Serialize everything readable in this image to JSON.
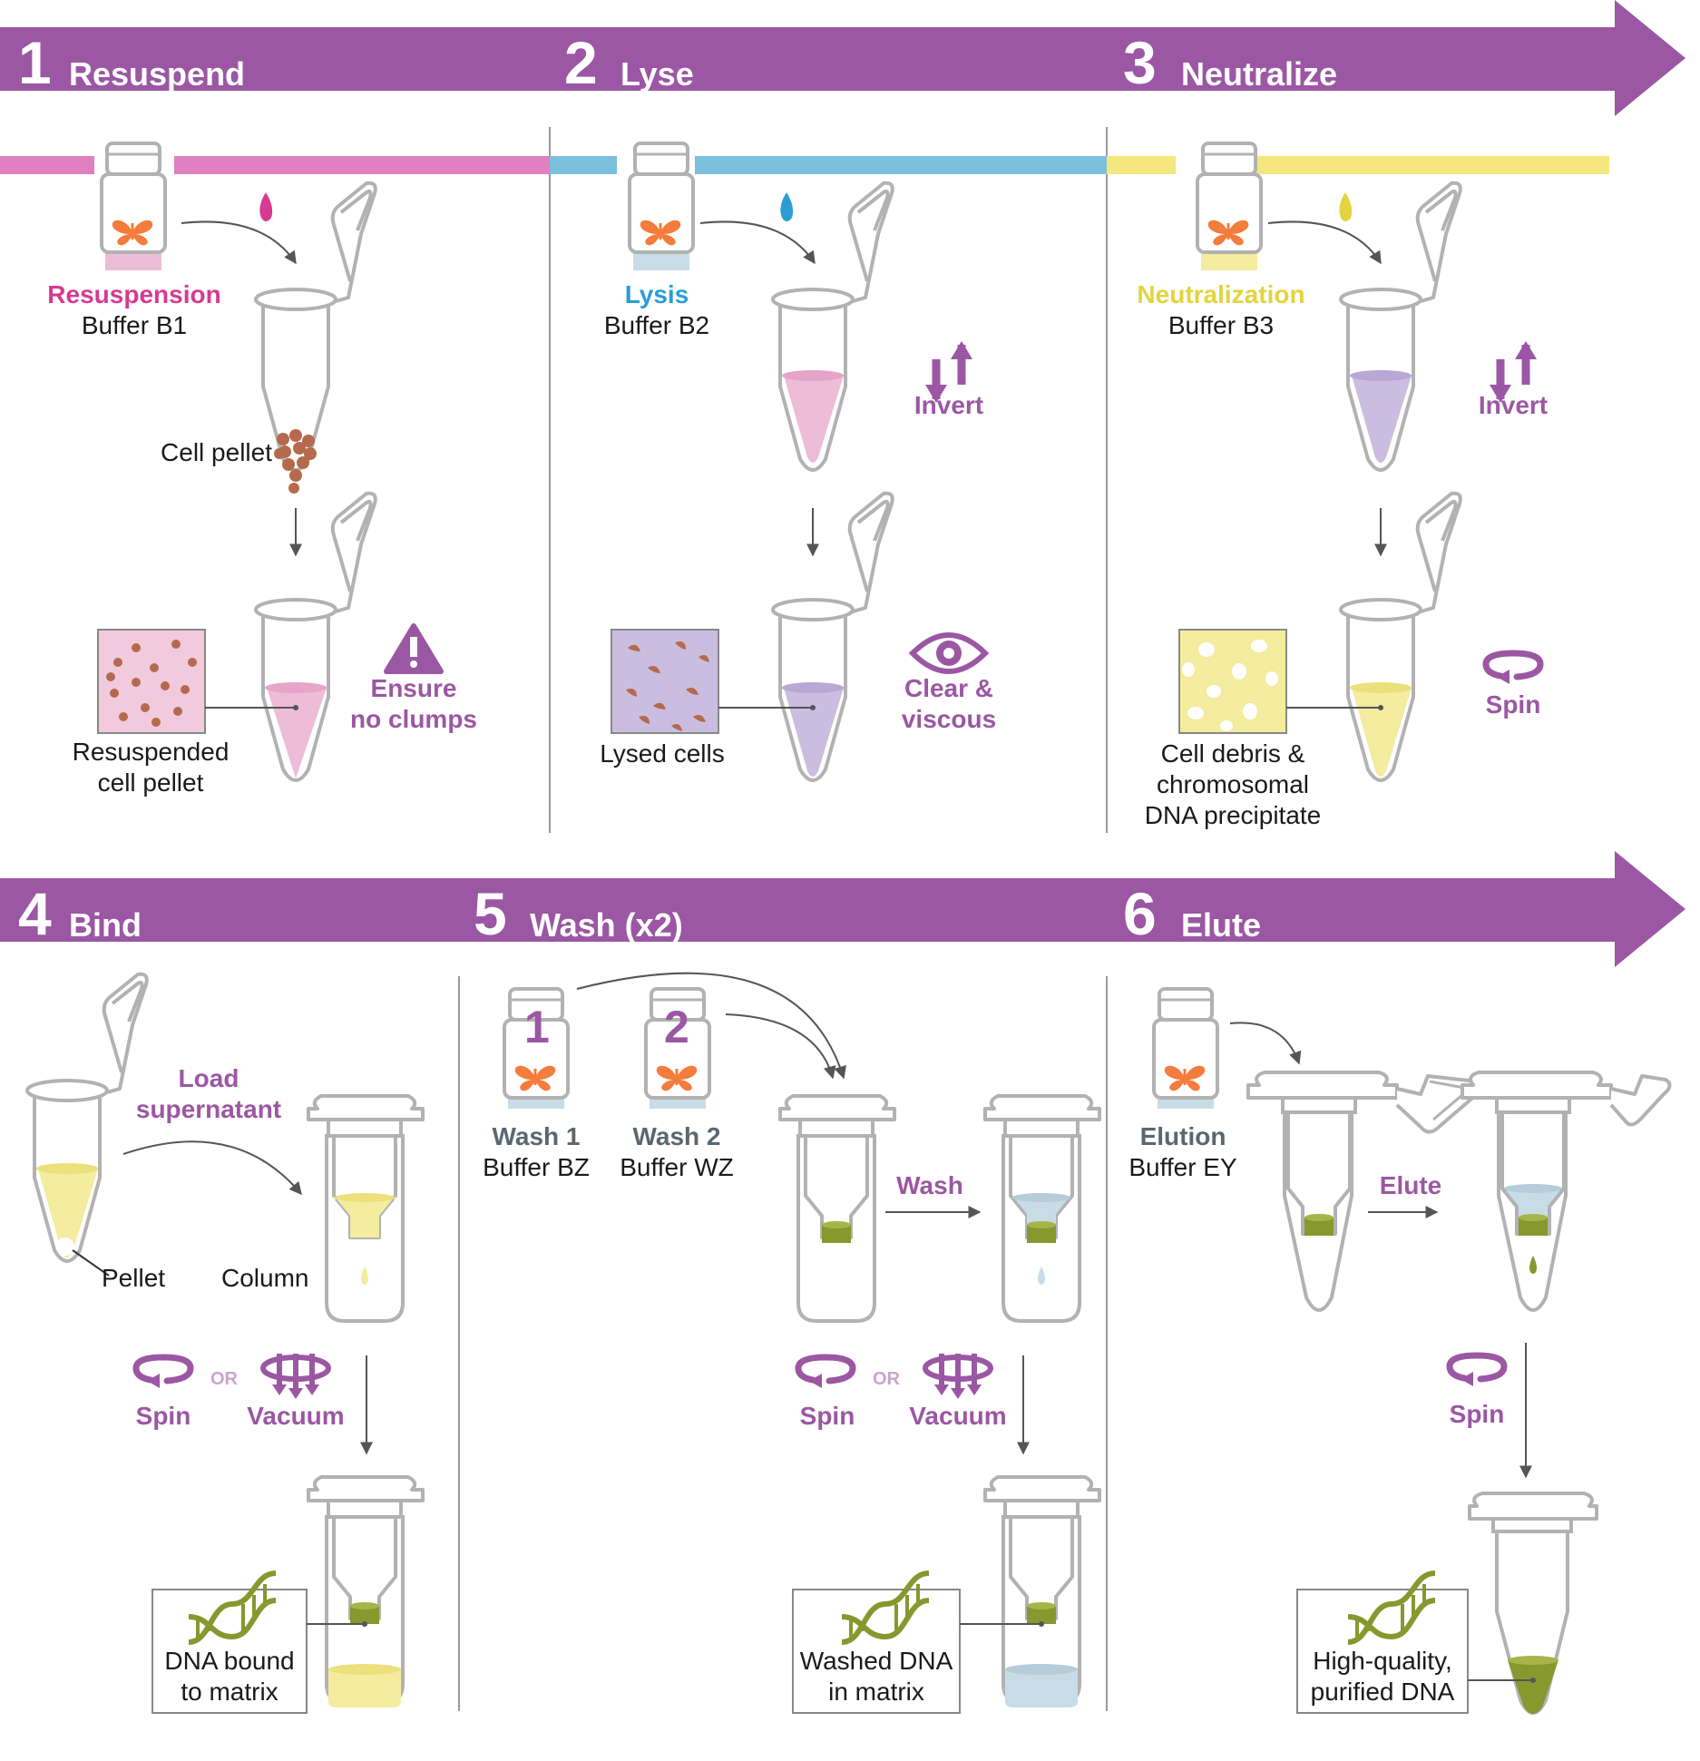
{
  "colors": {
    "header_purple": "#9b57a3",
    "action_purple": "#9b57a3",
    "resuspension_pink": "#e080be",
    "resuspension_text": "#d63a92",
    "lysis_blue": "#7bbfdf",
    "lysis_text": "#2a9ed4",
    "neutralization_yellow": "#f3e77e",
    "neutralization_text": "#e3d43e",
    "liquid_pink": "#edbcd6",
    "liquid_lavender": "#cbbde0",
    "liquid_yellow": "#f4ec9e",
    "liquid_blue": "#c8dce6",
    "matrix_green": "#86982e",
    "butterfly_orange": "#f47c3c",
    "pellet_brown": "#b56a4d",
    "outline_grey": "#b2b2b2"
  },
  "steps": {
    "s1": {
      "num": "1",
      "title": "Resuspend"
    },
    "s2": {
      "num": "2",
      "title": "Lyse"
    },
    "s3": {
      "num": "3",
      "title": "Neutralize"
    },
    "s4": {
      "num": "4",
      "title": "Bind"
    },
    "s5": {
      "num": "5",
      "title": "Wash (x2)"
    },
    "s6": {
      "num": "6",
      "title": "Elute"
    }
  },
  "labels": {
    "resuspension_name": "Resuspension",
    "resuspension_buffer": "Buffer B1",
    "cell_pellet": "Cell pellet",
    "resuspended_l1": "Resuspended",
    "resuspended_l2": "cell pellet",
    "ensure_l1": "Ensure",
    "ensure_l2": "no clumps",
    "lysis_name": "Lysis",
    "lysis_buffer": "Buffer B2",
    "invert_1": "Invert",
    "lysed_cells": "Lysed cells",
    "clear_l1": "Clear &",
    "clear_l2": "viscous",
    "neutralization_name": "Neutralization",
    "neutralization_buffer": "Buffer B3",
    "invert_2": "Invert",
    "spin_3": "Spin",
    "debris_l1": "Cell debris &",
    "debris_l2": "chromosomal",
    "debris_l3": "DNA precipitate",
    "load_l1": "Load",
    "load_l2": "supernatant",
    "pellet": "Pellet",
    "column": "Column",
    "spin_4": "Spin",
    "or_4": "OR",
    "vacuum_4": "Vacuum",
    "bound_l1": "DNA bound",
    "bound_l2": "to matrix",
    "wash1_num": "1",
    "wash2_num": "2",
    "wash1_name": "Wash 1",
    "wash1_buffer": "Buffer BZ",
    "wash2_name": "Wash 2",
    "wash2_buffer": "Buffer WZ",
    "wash_action": "Wash",
    "spin_5": "Spin",
    "or_5": "OR",
    "vacuum_5": "Vacuum",
    "washed_l1": "Washed DNA",
    "washed_l2": "in matrix",
    "elution_name": "Elution",
    "elution_buffer": "Buffer EY",
    "elute_action": "Elute",
    "spin_6": "Spin",
    "pure_l1": "High-quality,",
    "pure_l2": "purified DNA"
  }
}
